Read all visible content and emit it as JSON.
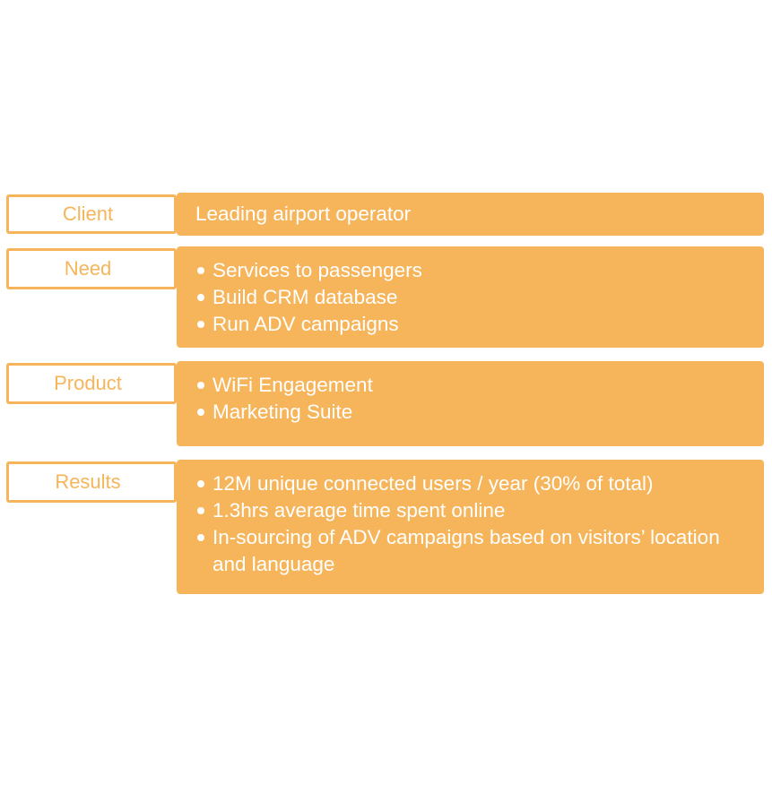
{
  "rows": [
    {
      "label": "Client",
      "text": "Leading airport operator"
    },
    {
      "label": "Need",
      "bullets": [
        "Services to passengers",
        "Build CRM database",
        "Run ADV campaigns"
      ]
    },
    {
      "label": "Product",
      "bullets": [
        "WiFi Engagement",
        "Marketing Suite"
      ]
    },
    {
      "label": "Results",
      "bullets": [
        "12M unique connected users / year (30% of total)",
        "1.3hrs average time spent online",
        "In-sourcing of ADV campaigns based on visitors’ location and language"
      ]
    }
  ],
  "colors": {
    "accent": "#F6B55A",
    "background": "#FFFFFF",
    "text_on_accent": "#FFFFFF"
  }
}
